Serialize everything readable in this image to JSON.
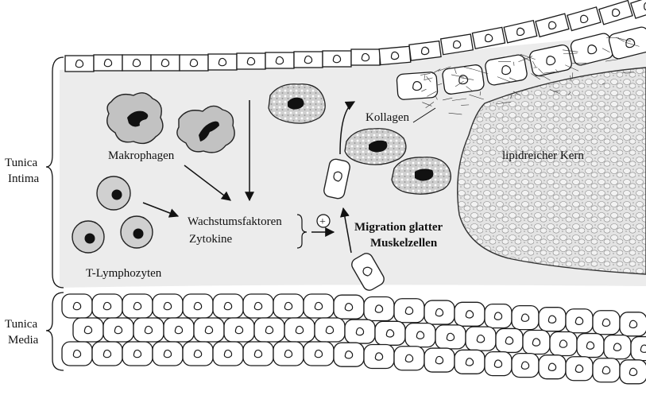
{
  "labels": {
    "tunica_intima": [
      "Tunica",
      "Intima"
    ],
    "tunica_media": [
      "Tunica",
      "Media"
    ],
    "makrophagen": "Makrophagen",
    "t_lymphozyten": "T-Lymphozyten",
    "wachstumsfaktoren": "Wachstumsfaktoren",
    "zytokine": "Zytokine",
    "plus_sign": "+",
    "migration": [
      "Migration glatter",
      "Muskelzellen"
    ],
    "kollagen": "Kollagen",
    "lipid_core": "lipidreicher Kern"
  },
  "colors": {
    "intima_fill": "#ececec",
    "macrophage_fill": "#c2c2c2",
    "cell_fill": "#ffffff",
    "nucleus": "#111111",
    "lipid_fill": "#e2e2e2",
    "outline": "#1a1a1a"
  }
}
